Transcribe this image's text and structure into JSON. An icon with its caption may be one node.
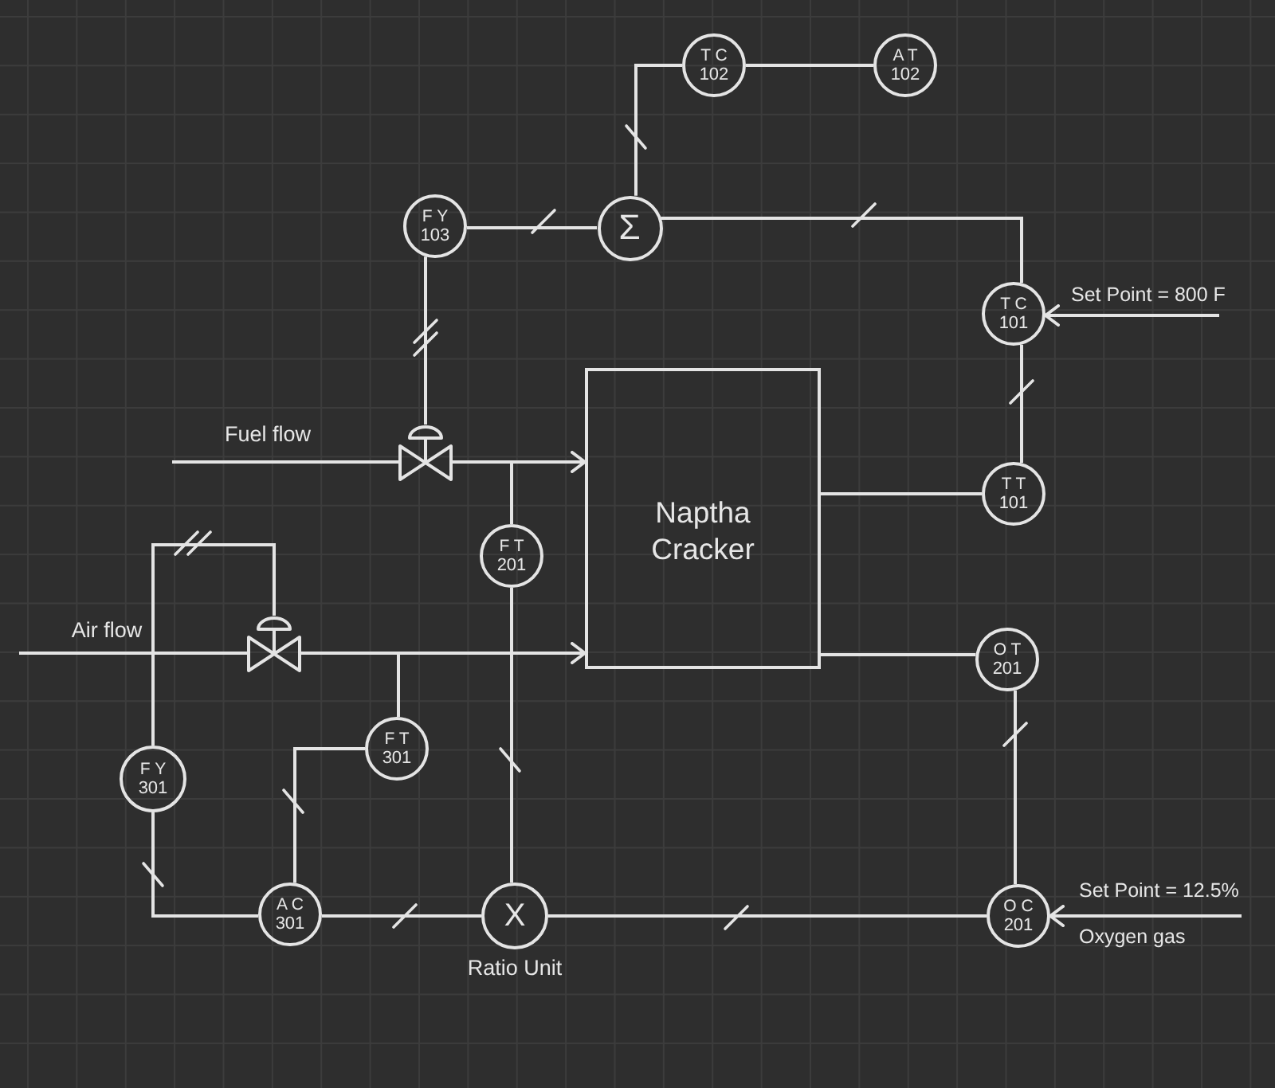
{
  "diagram": {
    "nodes": [
      {
        "text": [
          "T C",
          "102"
        ]
      },
      {
        "text": [
          "A T",
          "102"
        ]
      },
      {
        "text": [
          "F Y",
          "103"
        ]
      },
      {
        "text": [
          "Σ"
        ]
      },
      {
        "text": [
          "T C",
          "101"
        ]
      },
      {
        "text": [
          "Naptha Cracker"
        ]
      },
      {
        "text": [],
        "shape": "valve"
      },
      {
        "text": [
          "T T",
          "101"
        ]
      },
      {
        "text": [
          "F T",
          "201"
        ]
      },
      {
        "text": [],
        "shape": "valve"
      },
      {
        "text": [
          "O T",
          "201"
        ]
      },
      {
        "text": [
          "F T",
          "301"
        ]
      },
      {
        "text": [
          "F Y",
          "301"
        ]
      },
      {
        "text": [
          "A C",
          "301"
        ]
      },
      {
        "text": [
          "X"
        ],
        "beside": [
          "Ratio Unit"
        ]
      },
      {
        "text": [
          "O C",
          "201"
        ]
      }
    ],
    "edges": [
      {
        "from": 0,
        "to": 1,
        "arrow": "none"
      },
      {
        "from": 3,
        "to": 0,
        "arrow": "none"
      },
      {
        "from": 2,
        "to": 3,
        "arrow": "none"
      },
      {
        "from": 3,
        "to": 4,
        "arrow": "none"
      },
      {
        "from": null,
        "to": 4,
        "arrow": "to",
        "label": "Set Point = 800 F"
      },
      {
        "from": 7,
        "to": 4,
        "arrow": "none"
      },
      {
        "from": 5,
        "to": 7,
        "arrow": "none"
      },
      {
        "from": 2,
        "to": 6,
        "arrow": "none"
      },
      {
        "from": null,
        "to": 6,
        "arrow": "none",
        "label": "Fuel flow"
      },
      {
        "from": 6,
        "to": 5,
        "arrow": "to"
      },
      {
        "from": 6,
        "to": 8,
        "arrow": "none"
      },
      {
        "from": 8,
        "to": 14,
        "arrow": "none"
      },
      {
        "from": null,
        "to": 9,
        "arrow": "none",
        "label": "Air flow"
      },
      {
        "from": 9,
        "to": 5,
        "arrow": "to"
      },
      {
        "from": 9,
        "to": 11,
        "arrow": "none"
      },
      {
        "from": 12,
        "to": 9,
        "arrow": "none"
      },
      {
        "from": 11,
        "to": 13,
        "arrow": "none"
      },
      {
        "from": 12,
        "to": 13,
        "arrow": "none"
      },
      {
        "from": 13,
        "to": 14,
        "arrow": "none"
      },
      {
        "from": 14,
        "to": 15,
        "arrow": "none"
      },
      {
        "from": 5,
        "to": 10,
        "arrow": "none"
      },
      {
        "from": 10,
        "to": 15,
        "arrow": "none"
      },
      {
        "from": null,
        "to": 15,
        "arrow": "to",
        "label": "Set Point = 12.5%"
      }
    ],
    "labels": [
      "Oxygen gas"
    ]
  }
}
